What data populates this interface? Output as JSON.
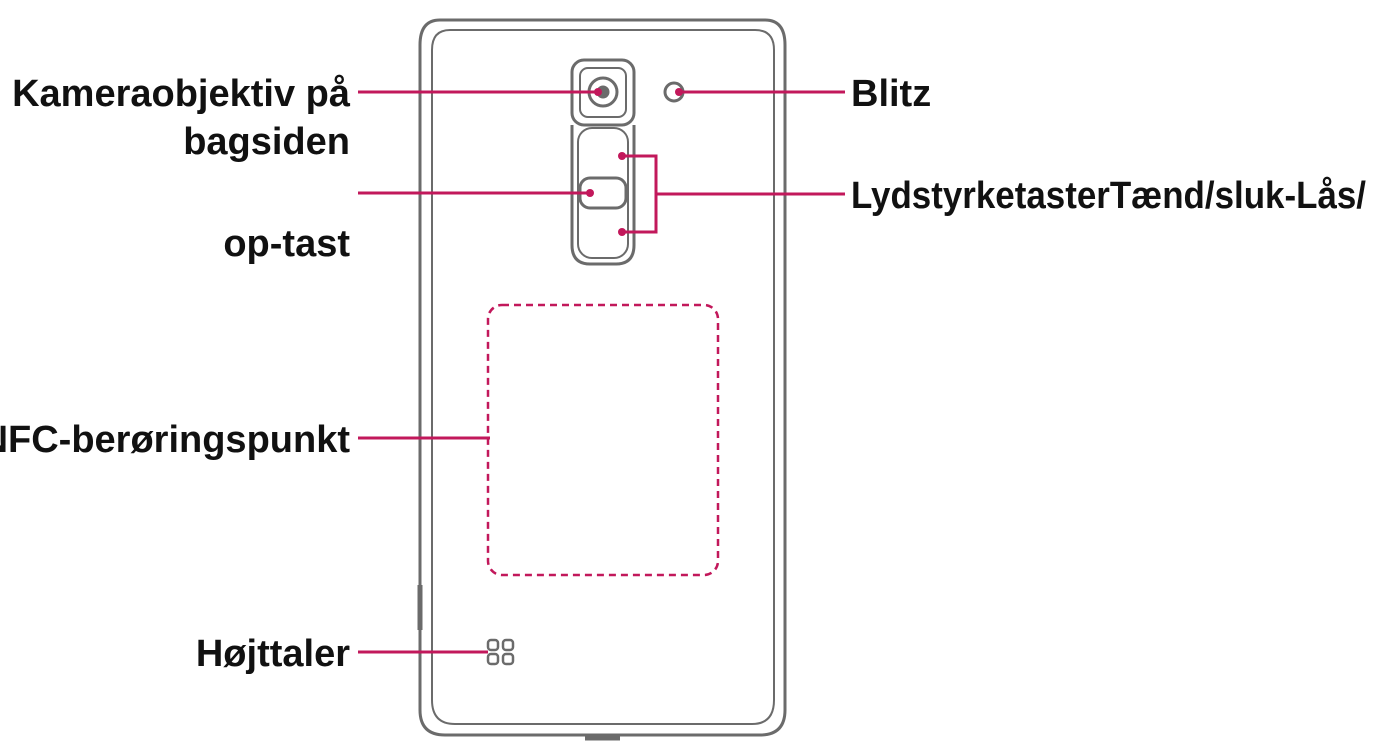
{
  "colors": {
    "outline": "#6b6b6b",
    "leader": "#c2185b",
    "text": "#111111",
    "background": "#ffffff"
  },
  "labels": {
    "camera_line1": "Kameraobjektiv på",
    "camera_line2": "bagsiden",
    "power_key": "op-tast",
    "nfc": "NFC-berøringspunkt",
    "speaker": "Højttaler",
    "flash": "Blitz",
    "volume_power": "LydstyrketasterTænd/sluk-Lås/"
  },
  "icons": {
    "speaker": "speaker-grille-icon",
    "flash": "flash-icon",
    "camera": "camera-lens-icon"
  }
}
